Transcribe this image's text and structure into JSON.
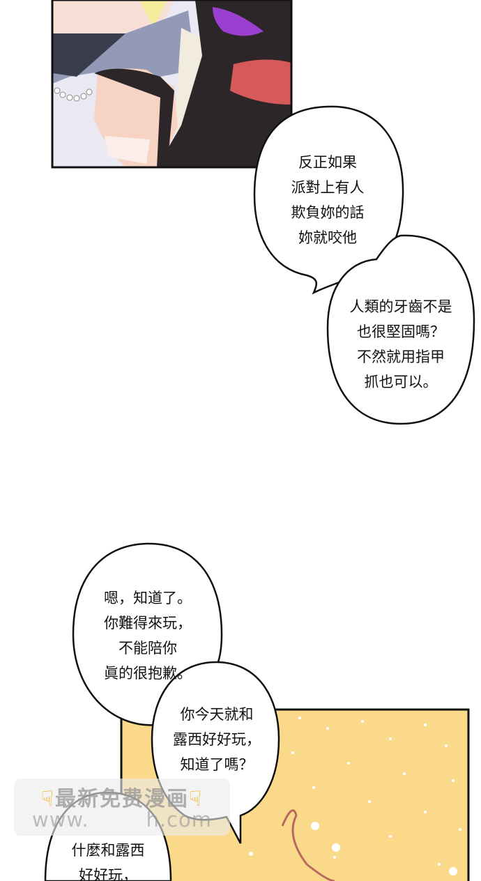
{
  "bubbles": [
    {
      "lines": [
        "反正如果",
        "派對上有人",
        "欺負妳的話",
        "妳就咬他"
      ]
    },
    {
      "lines": [
        "人類的牙齒不是",
        "也很堅固嗎？",
        "不然就用指甲",
        "抓也可以。"
      ]
    },
    {
      "lines": [
        "嗯，知道了。",
        "你難得來玩，",
        "不能陪你",
        "眞的很抱歉。"
      ]
    },
    {
      "lines": [
        "你今天就和",
        "露西好好玩，",
        "知道了嗎？"
      ]
    },
    {
      "lines": [
        "什麼和露西",
        "好好玩，"
      ]
    }
  ],
  "watermark": {
    "line1": "最新免费漫画",
    "line2": "www.        h.com",
    "icon": "pointing-down-hand-icon"
  },
  "colors": {
    "panel_yellow": "#fbd98a",
    "cat_black": "#2c2628",
    "eye_purple": "#9b3fd0",
    "mouth_red": "#d65a5a"
  }
}
